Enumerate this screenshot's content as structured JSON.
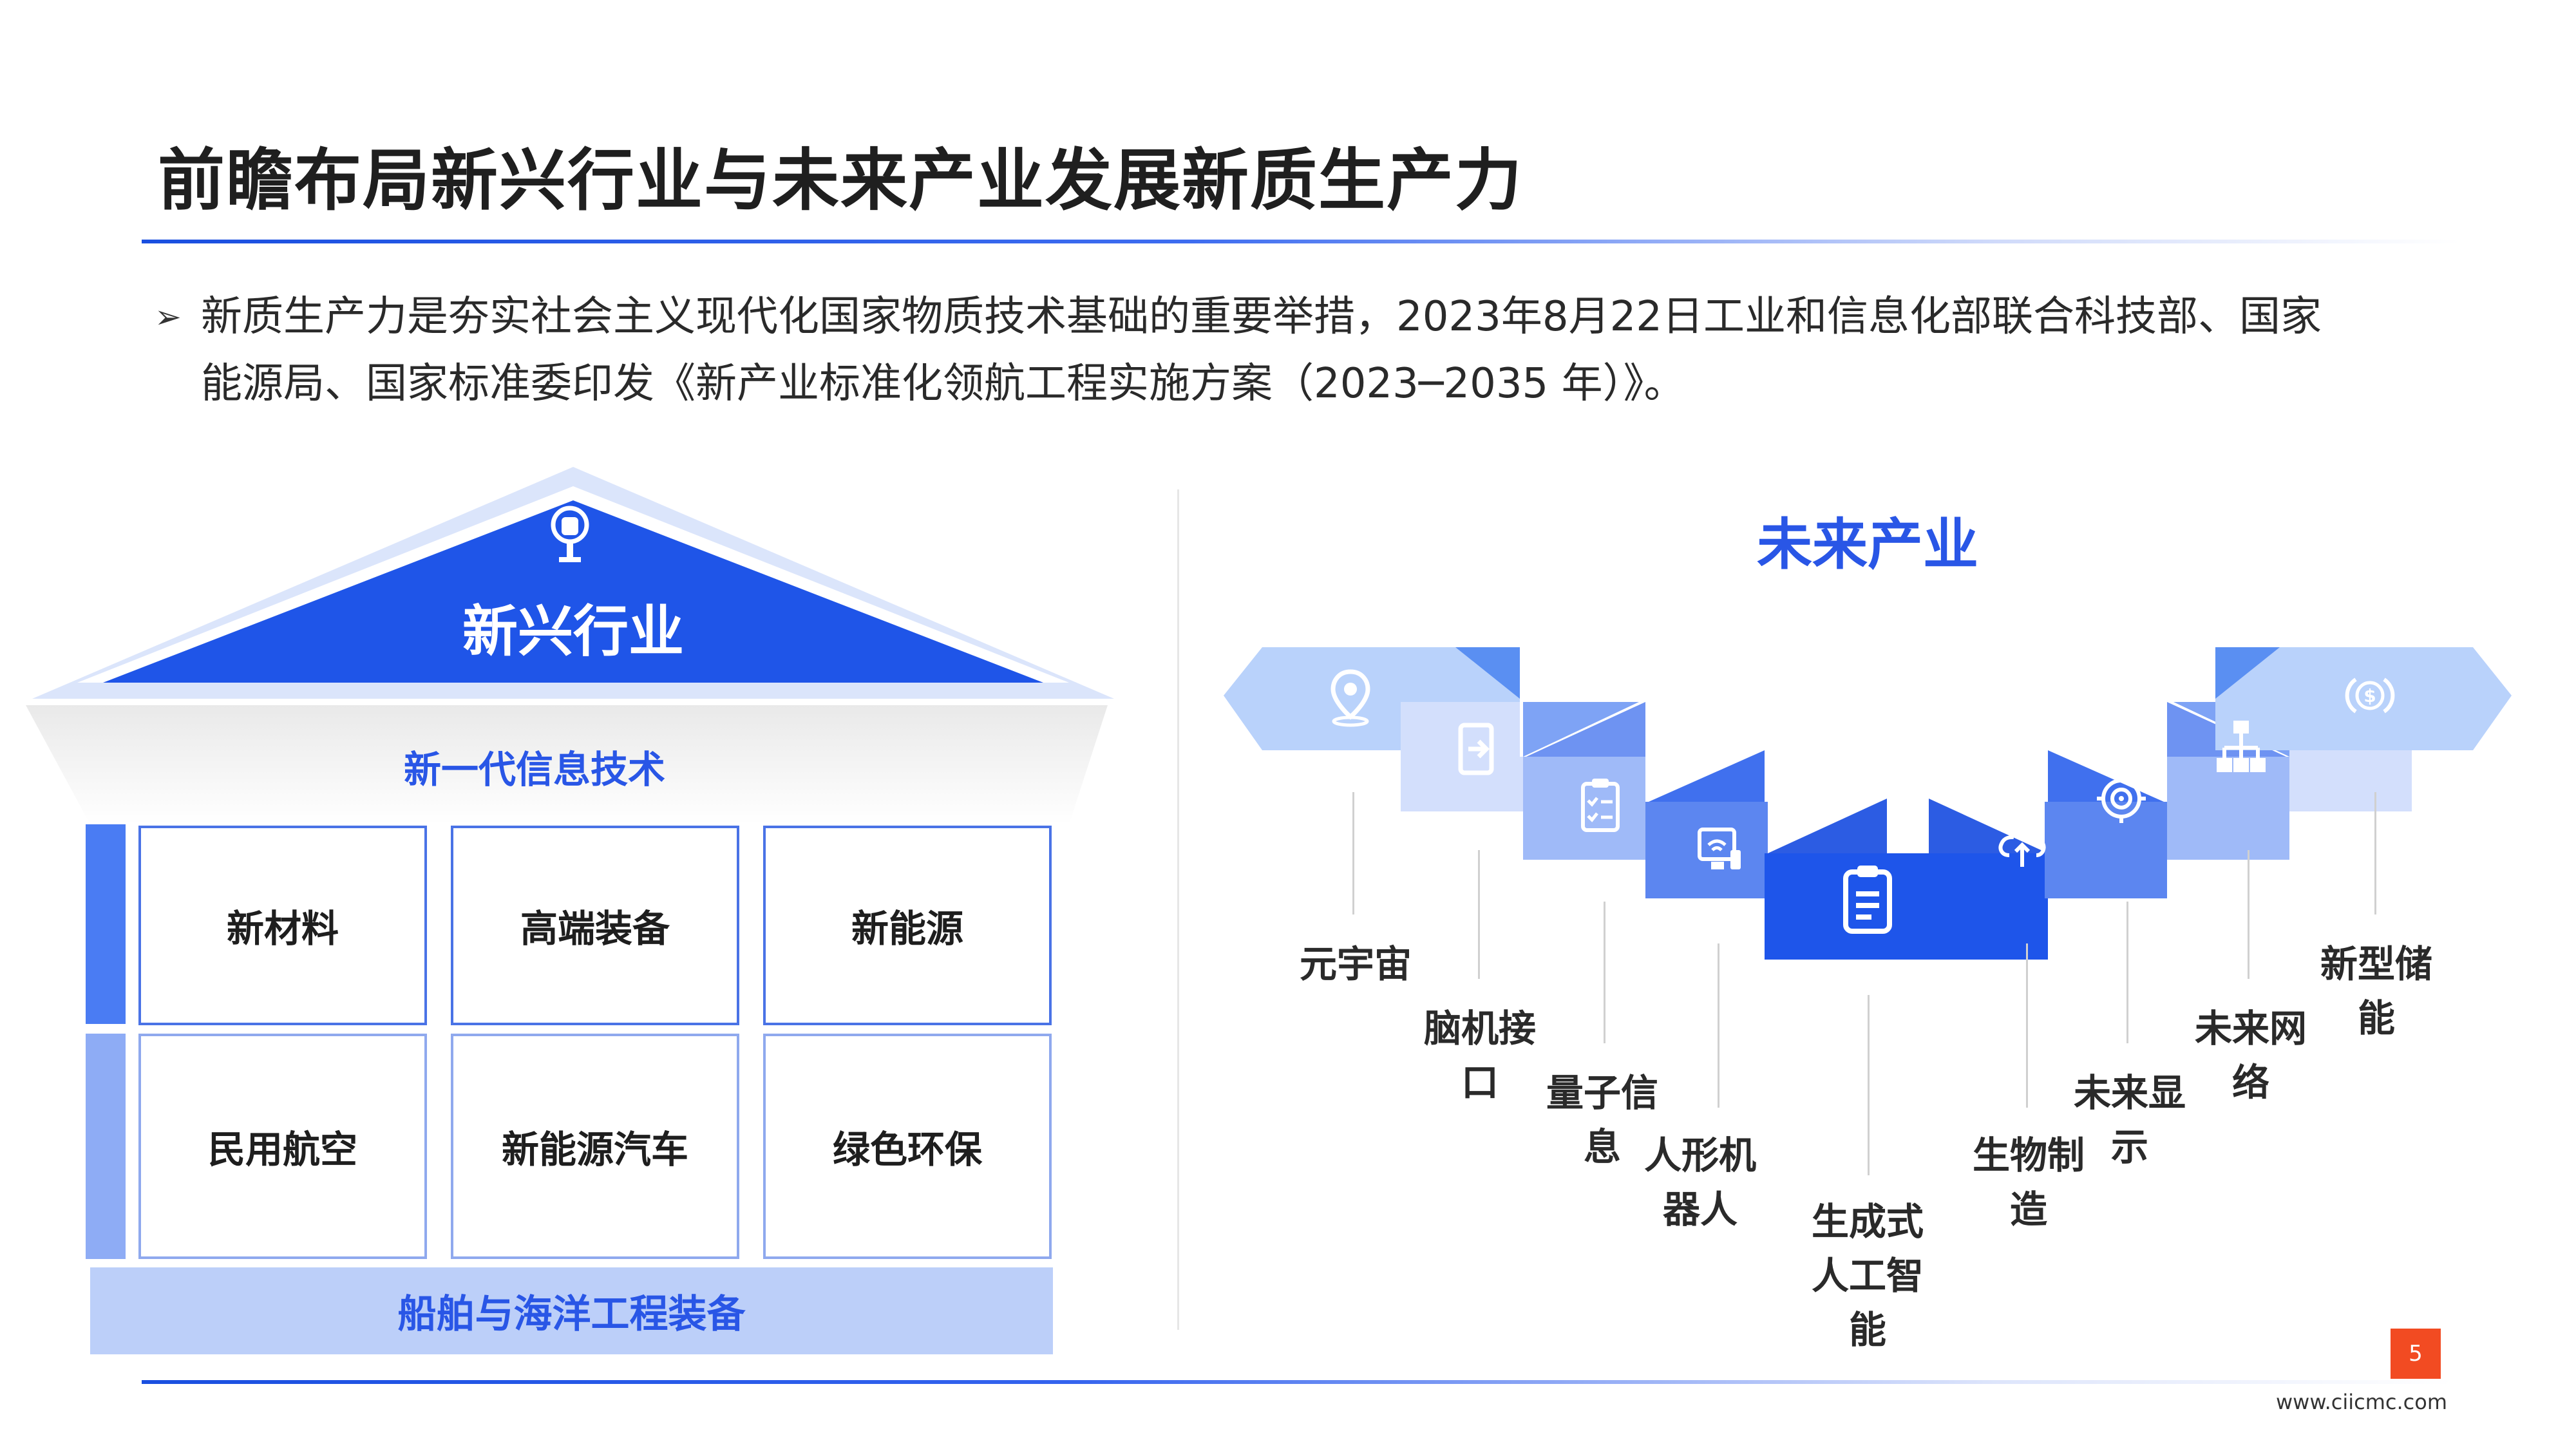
{
  "title": "前瞻布局新兴行业与未来产业发展新质生产力",
  "bullet": {
    "marker": "➢",
    "text": "新质生产力是夯实社会主义现代化国家物质技术基础的重要举措，2023年8月22日工业和信息化部联合科技部、国家\n能源局、国家标准委印发《新产业标准化领航工程实施方案（2023─2035 年）》。"
  },
  "emerging": {
    "roof_label": "新兴行业",
    "beam_label": "新一代信息技术",
    "row1": [
      "新材料",
      "高端装备",
      "新能源"
    ],
    "row2": [
      "民用航空",
      "新能源汽车",
      "绿色环保"
    ],
    "base_label": "船舶与海洋工程装备",
    "colors": {
      "primary": "#2956e6",
      "light": "#bccff9"
    }
  },
  "future": {
    "title": "未来产业",
    "labels": [
      "元宇宙",
      "脑机接\n口",
      "量子信\n息",
      "人形机\n器人",
      "生成式\n人工智\n能",
      "生物制\n造",
      "未来显\n示",
      "未来网\n络",
      "新型储\n能"
    ],
    "icons": [
      "location-pin-icon",
      "login-door-icon",
      "clipboard-check-icon",
      "monitor-wifi-icon",
      "document-badge-icon",
      "cloud-upload-icon",
      "target-icon",
      "hierarchy-icon",
      "dollar-cycle-icon"
    ]
  },
  "footer": {
    "page_number": "5",
    "url": "www.ciicmc.com"
  }
}
